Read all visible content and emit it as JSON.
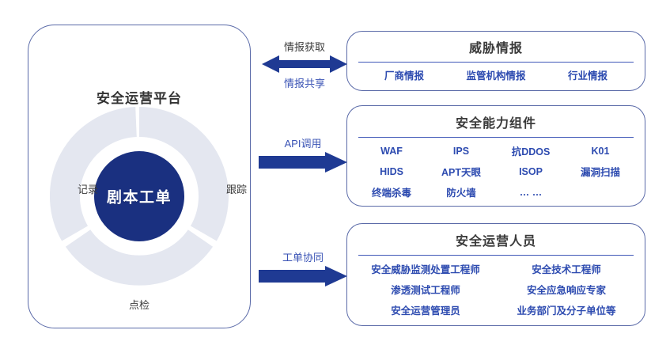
{
  "platform": {
    "title": "安全运营平台",
    "center_label": "剧本工单",
    "ring_labels": [
      "记录",
      "跟踪",
      "点检"
    ],
    "colors": {
      "ring": "#e4e7f0",
      "core": "#1a3080",
      "border": "#5a6aa8"
    }
  },
  "connectors": [
    {
      "name": "intel-exchange",
      "type": "double",
      "label_top": "情报获取",
      "label_bottom": "情报共享",
      "color": "#1f3a93"
    },
    {
      "name": "api-call",
      "type": "single",
      "label_top": "API调用",
      "label_bottom": "",
      "color": "#1f3a93"
    },
    {
      "name": "ticket-collab",
      "type": "single",
      "label_top": "工单协同",
      "label_bottom": "",
      "color": "#1f3a93"
    }
  ],
  "cards": [
    {
      "name": "threat-intelligence",
      "title": "威胁情报",
      "items": [
        "厂商情报",
        "监管机构情报",
        "行业情报"
      ]
    },
    {
      "name": "security-capability",
      "title": "安全能力组件",
      "items": [
        "WAF",
        "IPS",
        "抗DDOS",
        "K01",
        "HIDS",
        "APT天眼",
        "ISOP",
        "漏洞扫描",
        "终端杀毒",
        "防火墙",
        "… …",
        ""
      ]
    },
    {
      "name": "security-personnel",
      "title": "安全运营人员",
      "items": [
        "安全威胁监测处置工程师",
        "安全技术工程师",
        "渗透测试工程师",
        "安全应急响应专家",
        "安全运营管理员",
        "业务部门及分子单位等"
      ]
    }
  ],
  "theme": {
    "item_color": "#2d4bb0",
    "title_color": "#3a3a3a",
    "divider_color": "#4058b8",
    "card_border": "#5a6aa8"
  }
}
